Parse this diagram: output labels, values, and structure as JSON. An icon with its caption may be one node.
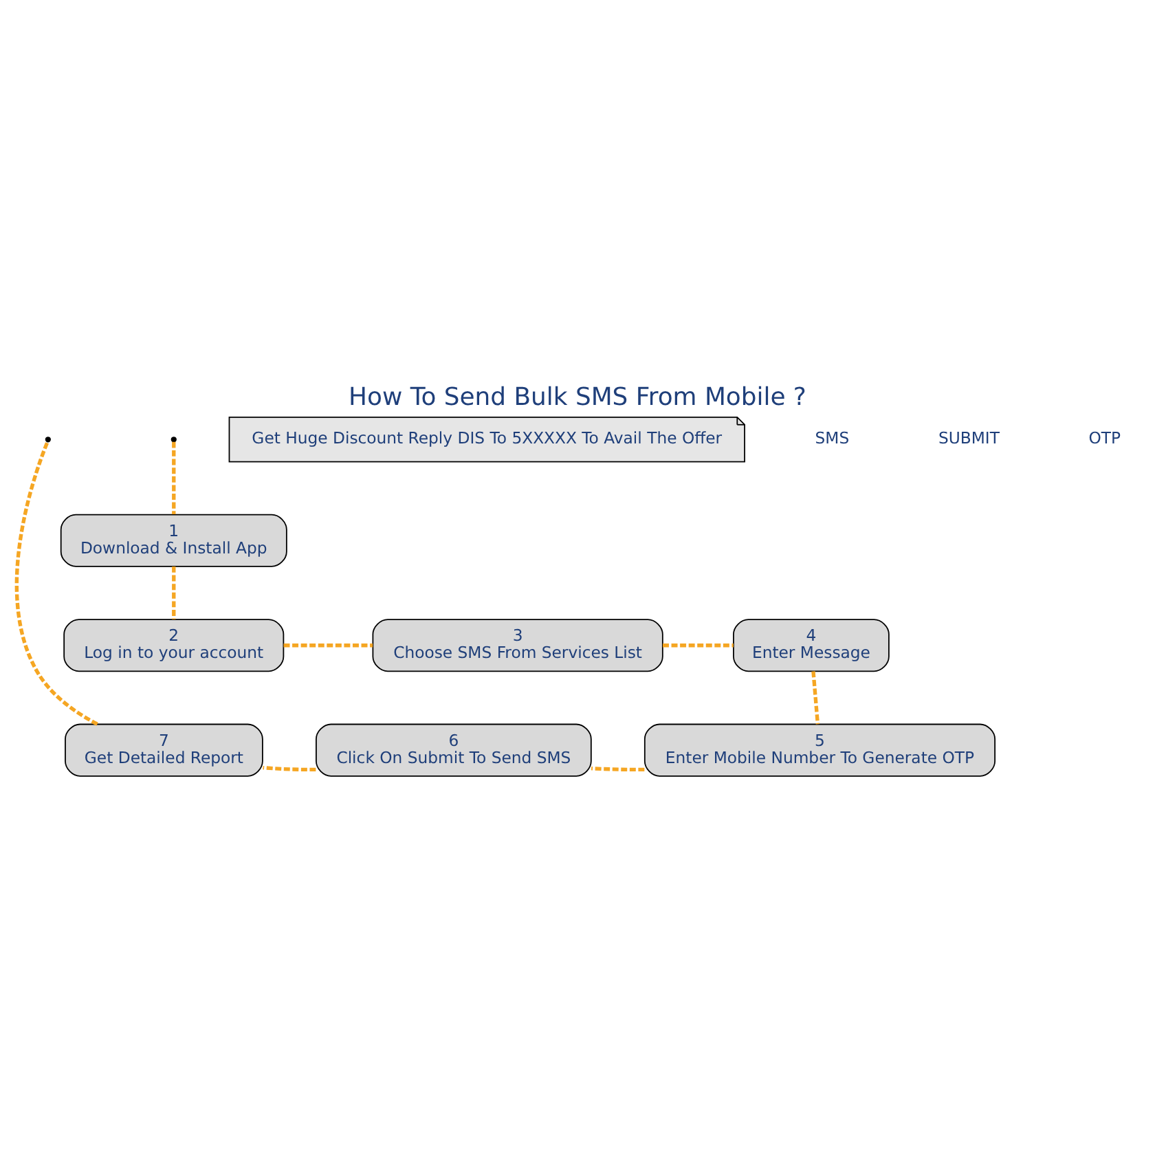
{
  "diagram": {
    "title": "How To Send Bulk SMS From Mobile ?",
    "nodes": [
      {
        "text": [
          "1",
          "Download & Install App"
        ]
      },
      {
        "text": [
          "2",
          "Log in to your account"
        ]
      },
      {
        "text": [
          "3",
          "Choose SMS From Services List"
        ]
      },
      {
        "text": [
          "4",
          "Enter Message"
        ]
      },
      {
        "text": [
          "5",
          "Enter Mobile Number To Generate OTP"
        ]
      },
      {
        "text": [
          "6",
          "Click On Submit To Send SMS"
        ]
      },
      {
        "text": [
          "7",
          "Get Detailed Report"
        ]
      },
      {
        "text": [
          "Get Huge Discount Reply DIS To 5XXXXX To Avail The Offer"
        ]
      }
    ],
    "edges": [
      {
        "from": null,
        "to": 0,
        "arrow": "none",
        "style": "dashed"
      },
      {
        "from": 0,
        "to": 1,
        "arrow": "none",
        "style": "dashed"
      },
      {
        "from": 1,
        "to": 2,
        "arrow": "none",
        "style": "dashed"
      },
      {
        "from": 2,
        "to": 3,
        "arrow": "none",
        "style": "dashed"
      },
      {
        "from": 3,
        "to": 4,
        "arrow": "none",
        "style": "dashed"
      },
      {
        "from": 4,
        "to": 5,
        "arrow": "none",
        "style": "dashed"
      },
      {
        "from": 5,
        "to": 6,
        "arrow": "none",
        "style": "dashed"
      },
      {
        "from": 6,
        "to": null,
        "arrow": "none",
        "style": "dashed"
      }
    ],
    "labels": [
      "SMS",
      "SUBMIT",
      "OTP"
    ]
  }
}
